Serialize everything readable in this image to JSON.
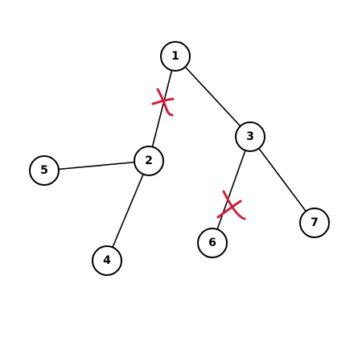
{
  "nodes": [
    {
      "id": "1",
      "label": "1"
    },
    {
      "id": "2",
      "label": "2"
    },
    {
      "id": "3",
      "label": "3"
    },
    {
      "id": "4",
      "label": "4"
    },
    {
      "id": "5",
      "label": "5"
    },
    {
      "id": "6",
      "label": "6"
    },
    {
      "id": "7",
      "label": "7"
    }
  ],
  "edges": [
    {
      "from": "1",
      "to": "2",
      "cut": true
    },
    {
      "from": "1",
      "to": "3",
      "cut": false
    },
    {
      "from": "2",
      "to": "5",
      "cut": false
    },
    {
      "from": "2",
      "to": "4",
      "cut": false
    },
    {
      "from": "3",
      "to": "6",
      "cut": true
    },
    {
      "from": "3",
      "to": "7",
      "cut": false
    }
  ],
  "colors": {
    "cut_mark": "#d21e3c",
    "edge": "#000000",
    "node_stroke": "#000000"
  }
}
